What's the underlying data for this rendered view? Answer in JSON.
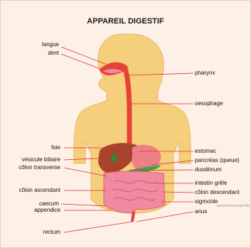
{
  "title": "APPAREIL DIGESTIF",
  "labels_left": [
    {
      "key": "langue",
      "text": "langue"
    },
    {
      "key": "dent",
      "text": "dent"
    },
    {
      "key": "foie",
      "text": "foie"
    },
    {
      "key": "vesicule",
      "text": "vésicule biliaire"
    },
    {
      "key": "colon_transverse",
      "text": "côlon transverse"
    },
    {
      "key": "colon_ascendant",
      "text": "côlon ascendant"
    },
    {
      "key": "caecum",
      "text": "caecum"
    },
    {
      "key": "appendice",
      "text": "appendice"
    },
    {
      "key": "rectum",
      "text": "rectum"
    }
  ],
  "labels_right": [
    {
      "key": "pharynx",
      "text": "pharynx"
    },
    {
      "key": "oesophage",
      "text": "oesophage"
    },
    {
      "key": "estomac",
      "text": "estomac"
    },
    {
      "key": "pancreas",
      "text": "pancréas (queue)"
    },
    {
      "key": "duodenum",
      "text": "duodénum"
    },
    {
      "key": "intestin_grele",
      "text": "intestin grêle"
    },
    {
      "key": "colon_descendant",
      "text": "côlon descendant"
    },
    {
      "key": "sigmoide",
      "text": "sigmoïde"
    },
    {
      "key": "anus",
      "text": "anus"
    }
  ],
  "credit": "www.infovisual.info",
  "colors": {
    "body": "#f5cf7c",
    "esophagus": "#e8413a",
    "stomach": "#ef7f86",
    "liver": "#a8432c",
    "intestine": "#f08aa0",
    "leader": "#e03030"
  }
}
